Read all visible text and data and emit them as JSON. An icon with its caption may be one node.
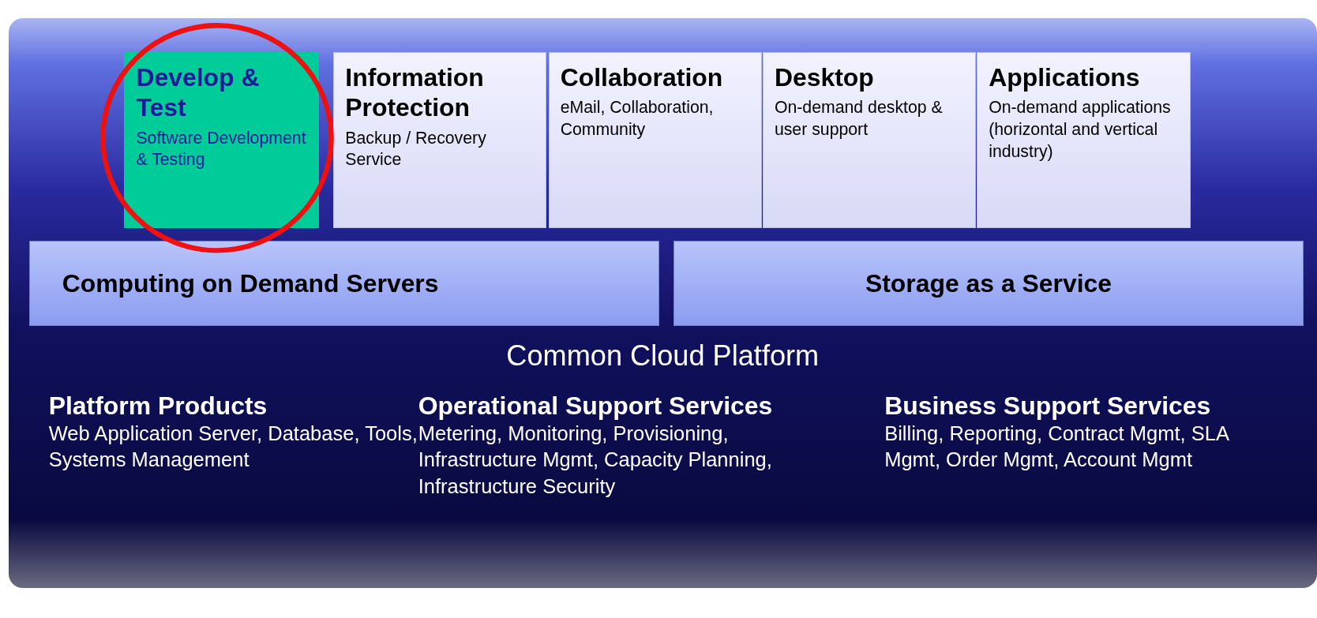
{
  "diagram": {
    "nodes": [
      {
        "text": [
          "Common Cloud Platform"
        ]
      },
      {
        "text": [
          "Develop & Test",
          "Software Development & Testing"
        ],
        "in": 0
      },
      {
        "text": [
          "Information Protection",
          "Backup / Recovery Service"
        ],
        "in": 0
      },
      {
        "text": [
          "Collaboration",
          "eMail, Collaboration, Community"
        ],
        "in": 0
      },
      {
        "text": [
          "Desktop",
          "On-demand desktop &  user support"
        ],
        "in": 0
      },
      {
        "text": [
          "Applications",
          "On-demand applications (horizontal and vertical industry)"
        ],
        "in": 0
      },
      {
        "text": [
          "Computing on Demand Servers"
        ],
        "in": 0
      },
      {
        "text": [
          "Storage as a Service"
        ],
        "in": 0
      }
    ],
    "edges": [],
    "labels": [
      "Platform Products",
      "Web Application Server, Database, Tools, Systems Management",
      "Operational Support Services",
      "Metering, Monitoring, Provisioning, Infrastructure Mgmt, Capacity Planning, Infrastructure Security",
      "Business Support Services",
      "Billing, Reporting, Contract Mgmt, SLA Mgmt, Order Mgmt, Account Mgmt"
    ]
  }
}
